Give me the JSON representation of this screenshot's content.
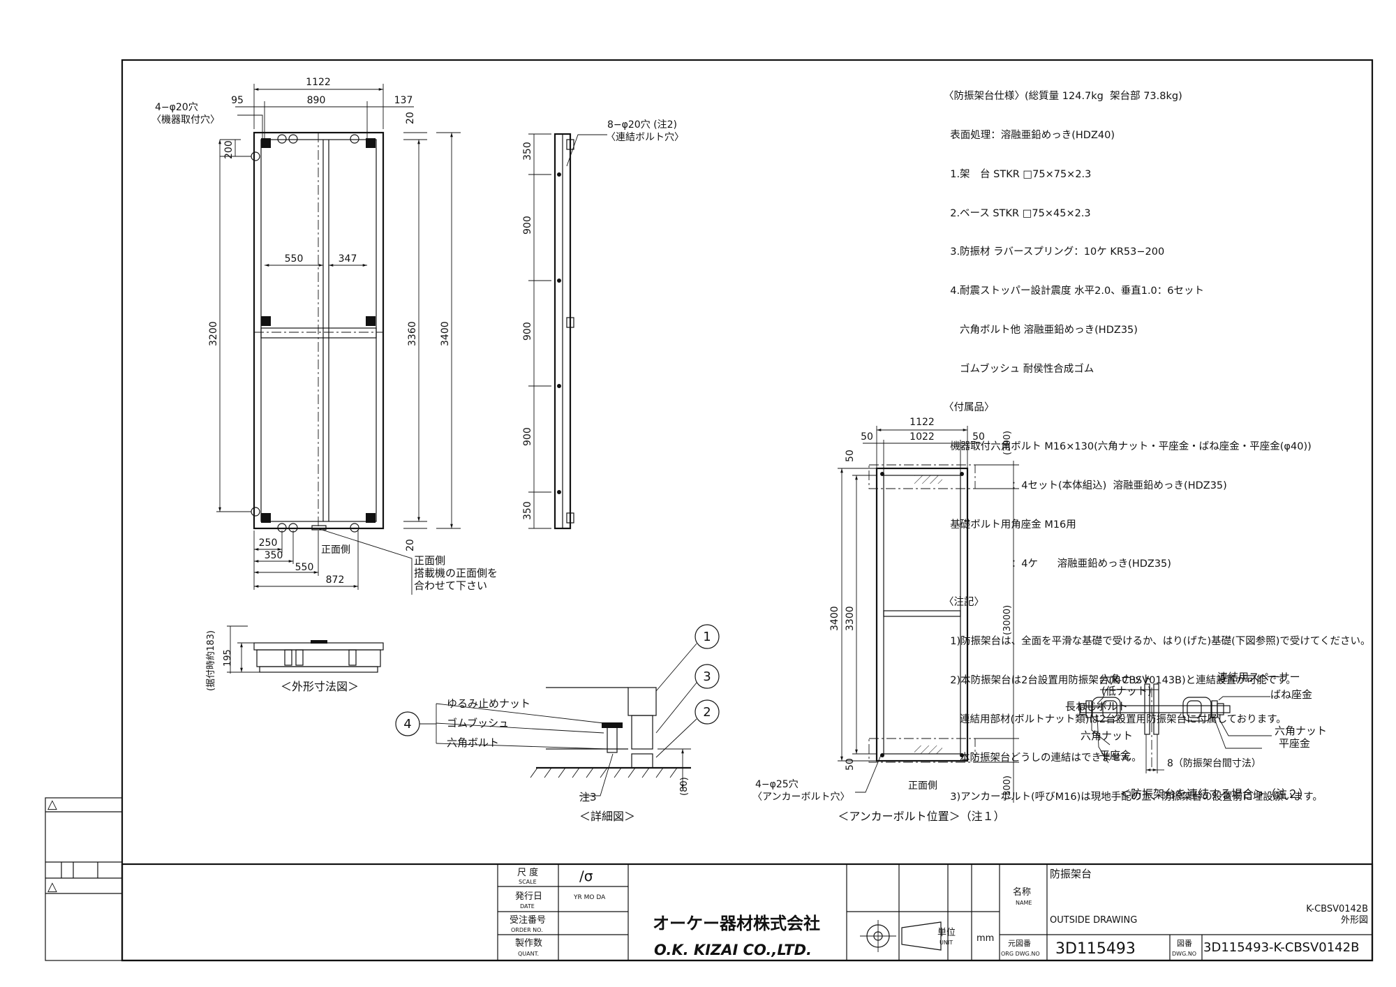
{
  "specs": {
    "lines": [
      "〈防振架台仕様〉(総質量 124.7kg  架台部 73.8kg)",
      "  表面処理：溶融亜鉛めっき(HDZ40)",
      "  1.架　台 STKR □75×75×2.3",
      "  2.ベース STKR □75×45×2.3",
      "  3.防振材 ラバースプリング：10ケ KR53−200",
      "  4.耐震ストッパー設計震度 水平2.0、垂直1.0：6セット",
      "     六角ボルト他 溶融亜鉛めっき(HDZ35)",
      "     ゴムブッシュ 耐侯性合成ゴム",
      "〈付属品〉",
      "  機器取付六角ボルト M16×130(六角ナット・平座金・ばね座金・平座金(φ40))",
      "                     ：4セット(本体組込)  溶融亜鉛めっき(HDZ35)",
      "  基礎ボルト用角座金 M16用",
      "                     ：4ケ      溶融亜鉛めっき(HDZ35)",
      "〈注記〉",
      "  1)防振架台は、全面を平滑な基礎で受けるか、はり(げた)基礎(下図参照)で受けてください。",
      "  2)本防振架台は2台設置用防振架台(K-CBSV0143B)と連結設置が可能です。",
      "     連結用部材(ボルトナット類)は2台設置用防振架台に付属しております。",
      "     本防振架台どうしの連結はできません。",
      "  3)アンカーボルト(呼びM16)は現地手配の上、防振架台の設置前に埋設願います。"
    ]
  },
  "plan_view": {
    "hole_label_1": "4−φ20穴",
    "hole_label_2": "〈機器取付穴〉",
    "dim_total_width": "1122",
    "dim_left": "95",
    "dim_mid": "890",
    "dim_right": "137",
    "dim_top_offset": "20",
    "dim_200": "200",
    "dim_3200": "3200",
    "dim_3360": "3360",
    "dim_3400": "3400",
    "dim_550": "550",
    "dim_347": "347",
    "dim_bottom_offset": "20",
    "dim_250": "250",
    "dim_350": "350",
    "dim_550b": "550",
    "dim_872": "872",
    "front_label": "正面側",
    "note_front_1": "正面側",
    "note_front_2": "搭載機の正面側を",
    "note_front_3": "合わせて下さい"
  },
  "elevation": {
    "dim_183": "(据付時約183)",
    "dim_195": "195",
    "caption": "＜外形寸法図＞"
  },
  "side_view": {
    "hole_label_1": "8−φ20穴 (注2)",
    "hole_label_2": "〈連結ボルト穴〉",
    "dims": [
      "350",
      "900",
      "900",
      "900",
      "350"
    ]
  },
  "detail": {
    "callouts": [
      "1",
      "3",
      "2",
      "4"
    ],
    "label_nut": "ゆるみ止めナット",
    "label_bush": "ゴムブッシュ",
    "label_bolt": "六角ボルト",
    "note3": "注3",
    "dim_80": "(80)",
    "caption": "＜詳細図＞"
  },
  "anchor": {
    "dim_1122": "1122",
    "dim_50a": "50",
    "dim_1022": "1022",
    "dim_50b": "50",
    "dim_300a": "(300)",
    "dim_50c": "50",
    "dim_3400": "3400",
    "dim_3300": "3300",
    "dim_3000": "(3000)",
    "dim_50d": "50",
    "dim_300b": "(300)",
    "hole_label_1": "4−φ25穴",
    "hole_label_2": "〈アンカーボルト穴〉",
    "front_label": "正面側",
    "caption": "＜アンカーボルト位置＞（注１）"
  },
  "connect": {
    "label_hex_nut": "六角ナット",
    "label_low_nut": "(低ナット)",
    "label_long_bolt": "長ねじボルト",
    "label_hex_nut2": "六角ナット",
    "label_flat_washer": "平座金",
    "label_spacer": "連結用スペーサー",
    "label_spring_washer": "ばね座金",
    "label_hex_nut3": "六角ナット",
    "label_flat_washer2": "平座金",
    "label_gap": "8（防振架台間寸法）",
    "caption": "＜防振架台を連結する場合＞（注２）"
  },
  "title_block": {
    "scale_label": "尺 度",
    "scale_en": "SCALE",
    "scale_symbol": "∕σ",
    "date_label": "発行日",
    "date_en": "DATE",
    "date_fields": "YR  MO  DA",
    "order_label": "受注番号",
    "order_en": "ORDER NO.",
    "qty_label": "製作数",
    "qty_en": "QUANT.",
    "company_jp": "オーケー器材株式会社",
    "company_en": "O.K. KIZAI CO.,LTD.",
    "unit_label": "単位",
    "unit_en": "UNIT",
    "unit_value": "mm",
    "name_label": "名称",
    "name_en": "NAME",
    "name_value": "防振架台",
    "outside_drawing": "OUTSIDE DRAWING",
    "model": "K-CBSV0142B",
    "outline": "外形図",
    "org_label": "元図番",
    "org_en": "ORG DWG.NO",
    "org_value": "3D115493",
    "dwg_label": "図番",
    "dwg_en": "DWG.NO",
    "dwg_value": "3D115493-K-CBSV0142B"
  },
  "revision": {
    "mark1": "△",
    "mark2": "△"
  }
}
